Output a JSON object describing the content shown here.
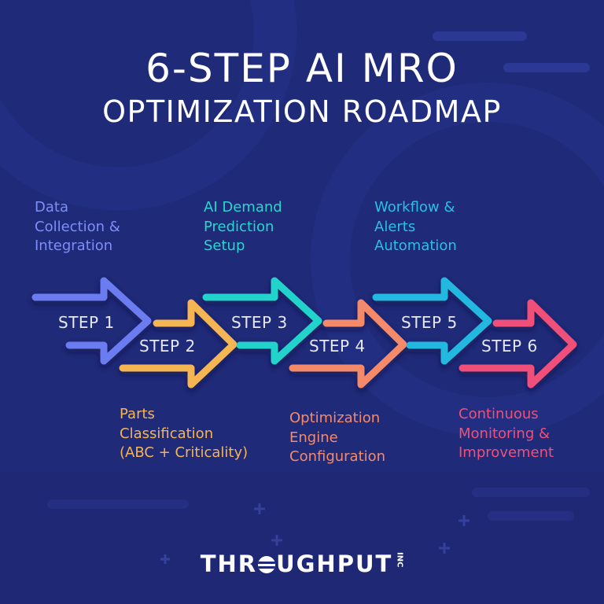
{
  "title": {
    "line1": "6-STEP AI MRO",
    "line2": "OPTIMIZATION ROADMAP"
  },
  "colors": {
    "background": "#1f2a78",
    "step1": "#6b7cf0",
    "step2": "#f5b553",
    "step3": "#22d3cc",
    "step4": "#f58a6a",
    "step5": "#22b8e0",
    "step6": "#f0507a"
  },
  "steps": [
    {
      "label": "STEP 1",
      "description": "Data\nCollection &\nIntegration"
    },
    {
      "label": "STEP 2",
      "description": "Parts\nClassification\n(ABC + Criticality)"
    },
    {
      "label": "STEP 3",
      "description": "AI Demand\nPrediction\nSetup"
    },
    {
      "label": "STEP 4",
      "description": "Optimization\nEngine\nConfiguration"
    },
    {
      "label": "STEP 5",
      "description": "Workflow &\nAlerts\nAutomation"
    },
    {
      "label": "STEP 6",
      "description": "Continuous\nMonitoring &\nImprovement"
    }
  ],
  "logo": {
    "before_globe": "THR",
    "after_globe": "UGHPUT",
    "suffix": "INC",
    "globe_icon": "globe-icon"
  }
}
